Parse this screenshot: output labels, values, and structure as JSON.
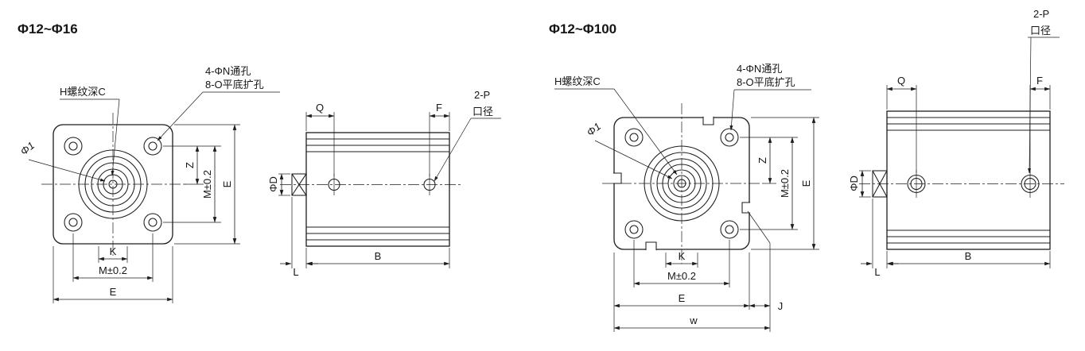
{
  "left": {
    "title": "Φ12~Φ16",
    "labels": {
      "thread": "H螺纹深C",
      "holes1": "4-ΦN通孔",
      "holes2": "8-O平底扩孔",
      "bore": "Φ1",
      "port1": "2-P",
      "port2": "口径"
    },
    "dims": {
      "z": "Z",
      "mv": "M±0.2",
      "ev": "E",
      "k": "K",
      "mh": "M±0.2",
      "eh": "E",
      "q": "Q",
      "f": "F",
      "d": "ΦD",
      "l": "L",
      "b": "B"
    }
  },
  "right": {
    "title": "Φ12~Φ100",
    "labels": {
      "thread": "H螺纹深C",
      "holes1": "4-ΦN通孔",
      "holes2": "8-O平底扩孔",
      "bore": "Φ1",
      "port1": "2-P",
      "port2": "口径"
    },
    "dims": {
      "z": "Z",
      "mv": "M±0.2",
      "ev": "E",
      "k": "K",
      "mh": "M±0.2",
      "eh": "E",
      "j": "J",
      "w": "w",
      "q": "Q",
      "f": "F",
      "d": "ΦD",
      "l": "L",
      "b": "B"
    }
  }
}
